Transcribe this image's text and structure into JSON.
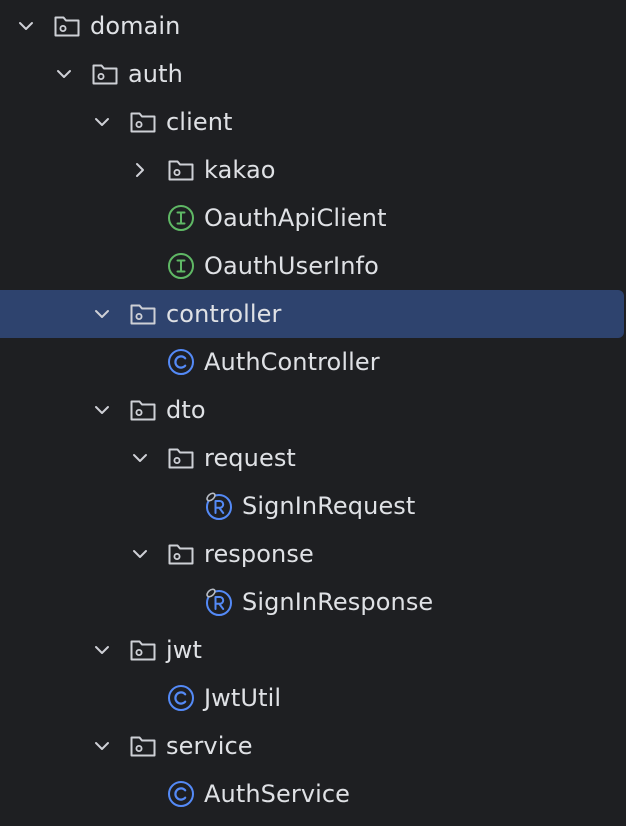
{
  "tree": {
    "items": [
      {
        "label": "domain",
        "kind": "folder",
        "depth": 0,
        "expanded": true
      },
      {
        "label": "auth",
        "kind": "folder",
        "depth": 1,
        "expanded": true
      },
      {
        "label": "client",
        "kind": "folder",
        "depth": 2,
        "expanded": true
      },
      {
        "label": "kakao",
        "kind": "folder",
        "depth": 3,
        "expanded": false
      },
      {
        "label": "OauthApiClient",
        "kind": "interface",
        "depth": 3
      },
      {
        "label": "OauthUserInfo",
        "kind": "interface",
        "depth": 3
      },
      {
        "label": "controller",
        "kind": "folder",
        "depth": 2,
        "expanded": true,
        "selected": true
      },
      {
        "label": "AuthController",
        "kind": "class",
        "depth": 3
      },
      {
        "label": "dto",
        "kind": "folder",
        "depth": 2,
        "expanded": true
      },
      {
        "label": "request",
        "kind": "folder",
        "depth": 3,
        "expanded": true
      },
      {
        "label": "SignInRequest",
        "kind": "record",
        "depth": 4
      },
      {
        "label": "response",
        "kind": "folder",
        "depth": 3,
        "expanded": true
      },
      {
        "label": "SignInResponse",
        "kind": "record",
        "depth": 4
      },
      {
        "label": "jwt",
        "kind": "folder",
        "depth": 2,
        "expanded": true
      },
      {
        "label": "JwtUtil",
        "kind": "class",
        "depth": 3
      },
      {
        "label": "service",
        "kind": "folder",
        "depth": 2,
        "expanded": true
      },
      {
        "label": "AuthService",
        "kind": "class",
        "depth": 3
      }
    ]
  },
  "icons": {
    "folder": "package-folder-icon",
    "interface": "interface-icon",
    "class": "class-icon",
    "record": "record-icon",
    "expanded": "chevron-down-icon",
    "collapsed": "chevron-right-icon"
  },
  "colors": {
    "background": "#1e1f22",
    "selection": "#2e436e",
    "text": "#dfe1e5",
    "chevron": "#ced0d6",
    "folder": "#ced0d6",
    "interface": "#5fb865",
    "class": "#548af7",
    "record": "#548af7"
  }
}
